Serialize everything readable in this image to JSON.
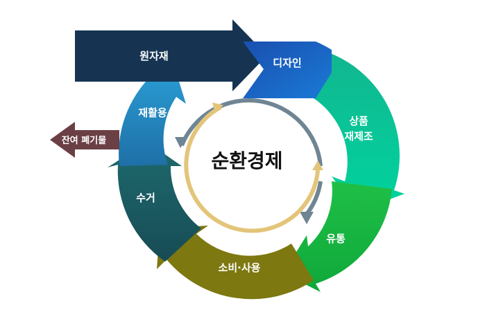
{
  "diagram": {
    "center_label": "순환경제",
    "stages": {
      "raw_material": "원자재",
      "design": "디자인",
      "remanufacture_line1": "상품",
      "remanufacture_line2": "재제조",
      "distribution": "유통",
      "consumption": "소비·사용",
      "collection": "수거",
      "recycling": "재활용",
      "residual_waste": "잔여 폐기물"
    },
    "colors": {
      "raw_material": "#163452",
      "design": "#1a68c6",
      "remanufacture": "#00cc99",
      "distribution": "#17b84a",
      "consumption": "#7f7a12",
      "collection": "#1b5c63",
      "recycling": "#2b93c9",
      "residual_waste": "#6b4045",
      "inner_arrow_gray": "#6f8594",
      "inner_arrow_gold": "#e3c57a"
    }
  }
}
